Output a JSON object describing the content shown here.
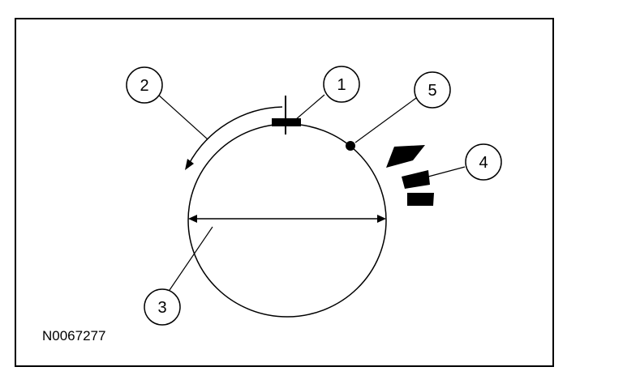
{
  "figure": {
    "id": "N0067277",
    "callouts": {
      "c1": "1",
      "c2": "2",
      "c3": "3",
      "c4": "4",
      "c5": "5"
    }
  },
  "colors": {
    "ink": "#000000",
    "background": "#ffffff"
  }
}
